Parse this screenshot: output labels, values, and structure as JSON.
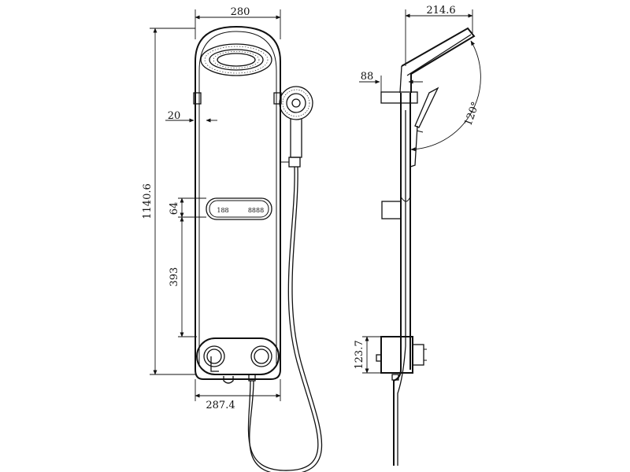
{
  "drawing": {
    "front_view": {
      "width_label": "280",
      "height_label": "1140.6",
      "side_offset_label": "20",
      "display_height_label": "64",
      "middle_height_label": "393",
      "bottom_width_label": "287.4",
      "display_left_text": "188",
      "display_right_text": "8888"
    },
    "side_view": {
      "top_width_label": "214.6",
      "offset_label": "88",
      "angle_label": "120°",
      "valve_height_label": "123.7"
    }
  }
}
